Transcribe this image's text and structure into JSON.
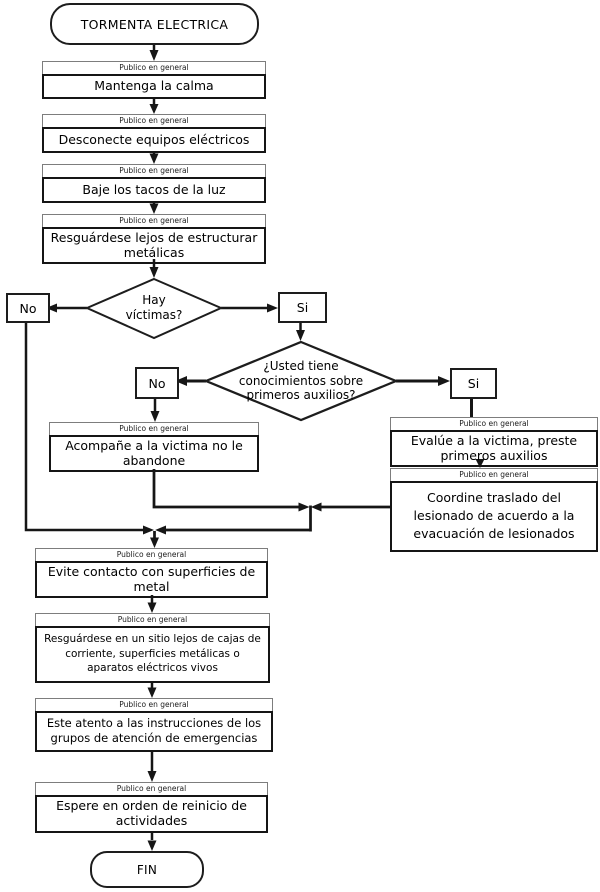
{
  "title": {
    "start": "TORMENTA ELECTRICA",
    "end": "FIN"
  },
  "box_header": "Publico en general",
  "steps": [
    {
      "text": "Mantenga la calma"
    },
    {
      "text": "Desconecte equipos eléctricos"
    },
    {
      "text": "Baje los tacos de la luz"
    },
    {
      "text": "Resguárdese lejos de estructurar\nmetálicas"
    },
    {
      "text": "Acompañe a la victima no le\nabandone"
    },
    {
      "text": "Evalúe a la victima, preste\nprimeros auxilios"
    },
    {
      "text": "Coordine traslado del\nlesionado de acuerdo a la\nevacuación de lesionados"
    },
    {
      "text": "Evite contacto con superficies de\nmetal"
    },
    {
      "text": "Resguárdese en un sitio lejos de cajas de\ncorriente, superficies metálicas o\naparatos eléctricos vivos"
    },
    {
      "text": "Este atento a las instrucciones de los\ngrupos de atención de emergencias"
    },
    {
      "text": "Espere en orden de reinicio de\nactividades"
    }
  ],
  "decisions": [
    {
      "text": "Hay\nvíctimas?"
    },
    {
      "text": "¿Usted tiene\nconocimientos sobre\nprimeros auxilios?"
    }
  ],
  "branch_labels": {
    "no": "No",
    "si": "Si"
  },
  "colors": {
    "line": "#161616",
    "box_border": "#151515",
    "header_border": "#7d7d7d",
    "background": "#ffffff"
  }
}
